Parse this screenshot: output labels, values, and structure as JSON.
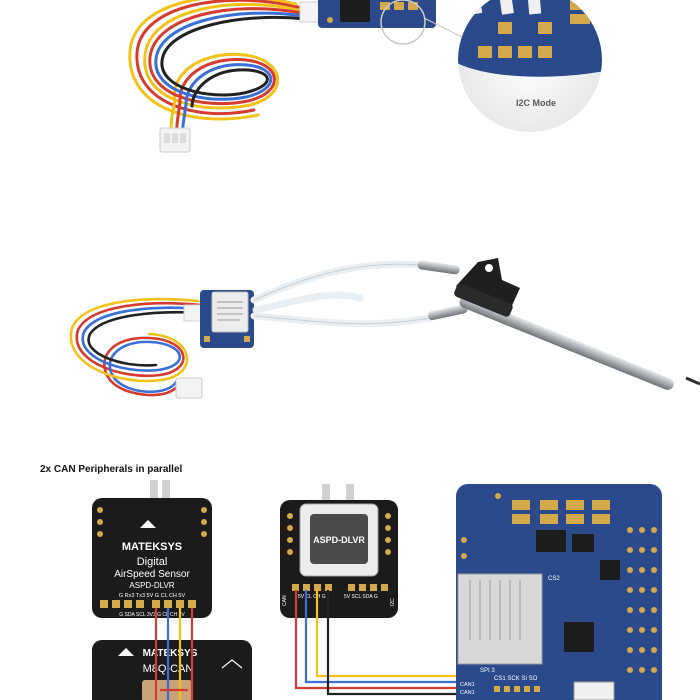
{
  "callout": {
    "label": "I2C Mode"
  },
  "diagram": {
    "heading": "2x CAN Peripherals in parallel",
    "board1": {
      "brand": "MATEKSYS",
      "line1": "Digital",
      "line2": "AirSpeed Sensor",
      "line3": "ASPD-DLVR",
      "pins_top": "G Rx3 Tx3 5V  G CL CH 5V",
      "pins_bottom": "G SDA SCL 3V3  G CL CH 5V"
    },
    "board2": {
      "chip": "ASPD-DLVR",
      "pins_left": "CAN",
      "pins_left2": "5V CL CH G",
      "pins_right": "5V SCL SDA G",
      "pins_right2": "I2C"
    },
    "board3": {
      "label_sd": "CS2",
      "label_spi": "SPI 3",
      "label_can1": "CAN1",
      "label_can1b": "CAN1",
      "label_pins": "CS1 SCK SI SO"
    },
    "board4": {
      "brand": "MATEKSYS",
      "model": "M8Q-CAN"
    }
  },
  "colors": {
    "pcb_blue": "#2a4a8c",
    "pcb_black": "#1b1b1b",
    "gold": "#d4a94a",
    "wire_red": "#d63b2f",
    "wire_yellow": "#f2c21b",
    "wire_blue": "#3a6fd8",
    "wire_black": "#222222",
    "tube": "#eef2f5",
    "metal": "#b8bcc0"
  }
}
